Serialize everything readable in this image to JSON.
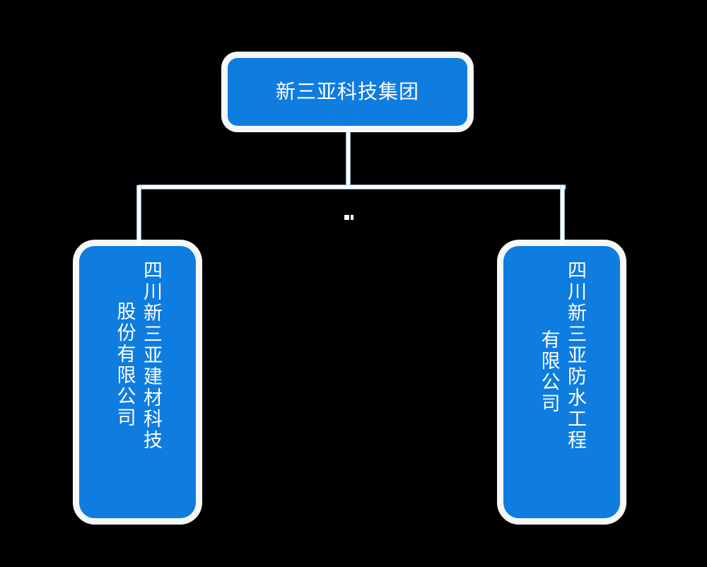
{
  "chart_data": {
    "type": "diagram",
    "diagram_type": "organization-chart",
    "title": "",
    "background_color": "#000000",
    "node_color": "#0f7ce0",
    "node_text_color": "#ffffff",
    "connector_color": "#ffffff",
    "nodes": [
      {
        "id": "root",
        "label": "新三亚科技集团",
        "level": 0
      },
      {
        "id": "child1",
        "label": "四川新三亚建材科技股份有限公司",
        "level": 1
      },
      {
        "id": "child2",
        "label": "四川新三亚防水工程有限公司",
        "level": 1
      }
    ],
    "edges": [
      {
        "from": "root",
        "to": "child1"
      },
      {
        "from": "root",
        "to": "child2"
      }
    ]
  },
  "diagram": {
    "root": {
      "label": "新三亚科技集团"
    },
    "children": [
      {
        "name": "sichuan-xinsanya-jiancai",
        "column_1": "四川新三亚建材科技",
        "column_2": "股份有限公司",
        "full_label": "四川新三亚建材科技股份有限公司"
      },
      {
        "name": "sichuan-xinsanya-fangshui",
        "column_1": "四川新三亚防水工程",
        "column_2": "有限公司",
        "full_label": "四川新三亚防水工程有限公司"
      }
    ]
  },
  "colors": {
    "node_blue": "#0f7ce0",
    "connector_white": "#ffffff",
    "background_black": "#000000",
    "text_white": "#ffffff"
  }
}
